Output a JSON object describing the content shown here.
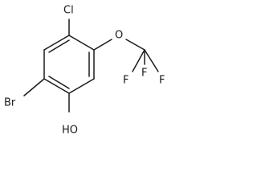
{
  "molecule": {
    "atoms": {
      "cl": "Cl",
      "o_ether": "O",
      "f_top": "F",
      "f_left": "F",
      "f_right": "F",
      "br": "Br",
      "oh": "HO"
    }
  },
  "colors": {
    "ink": "#1a1a1a",
    "background": "#ffffff"
  }
}
